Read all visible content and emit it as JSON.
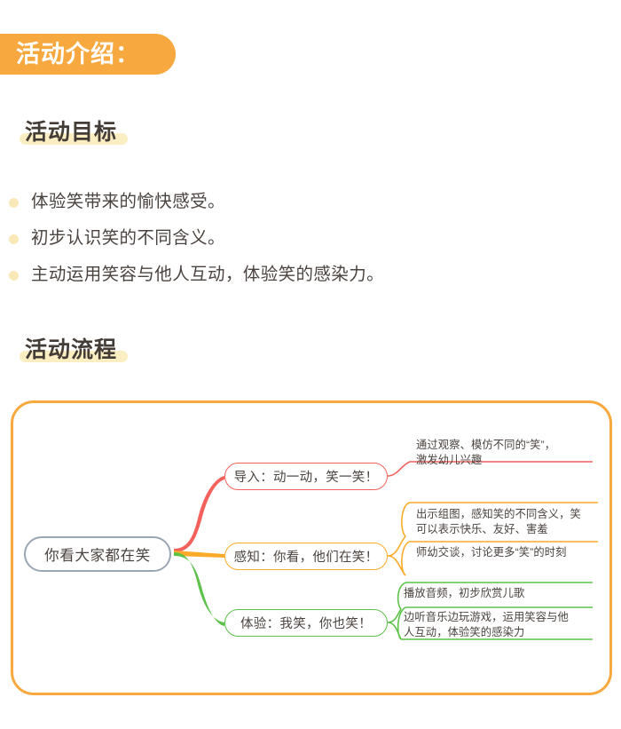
{
  "header": {
    "title": "活动介绍："
  },
  "sections": {
    "goals": {
      "heading": "活动目标",
      "items": [
        "体验笑带来的愉快感受。",
        "初步认识笑的不同含义。",
        "主动运用笑容与他人互动，体验笑的感染力。"
      ]
    },
    "flow": {
      "heading": "活动流程",
      "mindmap": {
        "root": "你看大家都在笑",
        "branches": [
          {
            "label": "导入：动一动，笑一笑！",
            "color": "#f4615c",
            "leaves": [
              "通过观察、模仿不同的“笑”，\n激发幼儿兴趣"
            ]
          },
          {
            "label": "感知：你看，他们在笑！",
            "color": "#fbaa2a",
            "leaves": [
              "出示组图，感知笑的不同含义，笑\n可以表示快乐、友好、害羞",
              "师幼交谈，讨论更多“笑”的时刻"
            ]
          },
          {
            "label": "体验：我笑，你也笑！",
            "color": "#5cc24a",
            "leaves": [
              "播放音频，初步欣赏儿歌",
              "边听音乐边玩游戏，运用笑容与他\n人互动，体验笑的感染力"
            ]
          }
        ]
      }
    }
  },
  "colors": {
    "accent_orange": "#f7a83e",
    "highlight_yellow": "#fbeec2",
    "bullet_yellow": "#fae9b8",
    "branch_red": "#f4615c",
    "branch_orange": "#fbaa2a",
    "branch_green": "#5cc24a",
    "root_border": "#9aa6b4",
    "text": "#4a433f"
  }
}
